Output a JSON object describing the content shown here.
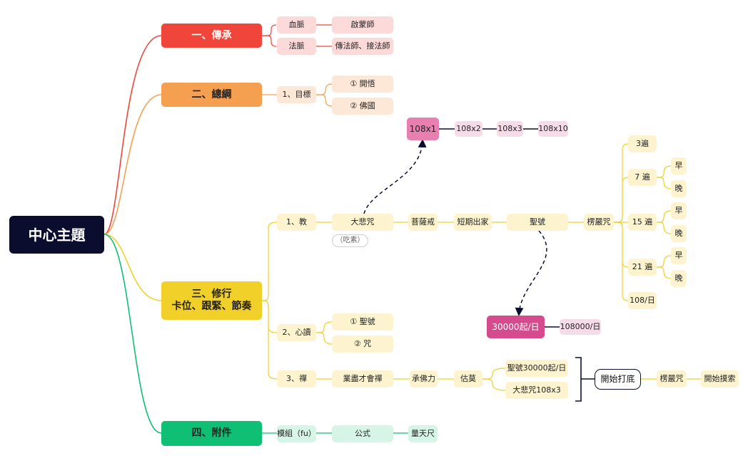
{
  "root": "中心主題",
  "branches": {
    "inherit": {
      "title": "一、傳承",
      "blood": "血脈",
      "blood_child": "啟蒙師",
      "dharma": "法脈",
      "dharma_child": "傳法師、接法師"
    },
    "outline": {
      "title": "二、總綱",
      "goal": "1、目標",
      "goal_a": "① 開悟",
      "goal_b": "② 佛國"
    },
    "practice": {
      "title_line1": "三、修行",
      "title_line2": "卡位、跟緊、節奏",
      "teach": "1、教",
      "dabei": "大悲咒",
      "note": "（吃素）",
      "counts": [
        "108x1",
        "108x2",
        "108x3",
        "108x10"
      ],
      "precept": "菩薩戒",
      "monk": "短期出家",
      "holyname": "聖號",
      "shurangama": "楞嚴咒",
      "reps": {
        "r3": "3遍",
        "r7": "7 遍",
        "r15": "15 遍",
        "r21": "21 遍",
        "r108": "108/日",
        "morning": "早",
        "evening": "晚"
      },
      "start_goal": "30000起/日",
      "start_goal_next": "108000/日",
      "mind": "2、心讀",
      "mind_a": "① 聖號",
      "mind_b": "② 咒",
      "zen": "3、禪",
      "zen_a": "業盡才會禪",
      "zen_b": "承佛力",
      "zen_c": "估莫",
      "zen_d1": "聖號30000起/日",
      "zen_d2": "大悲咒108x3",
      "begin": "開始打底",
      "begin_a": "楞嚴咒",
      "begin_b": "開始摸索"
    },
    "appendix": {
      "title": "四、附件",
      "module": "模組（fu）",
      "formula": "公式",
      "ruler": "量天尺"
    }
  }
}
